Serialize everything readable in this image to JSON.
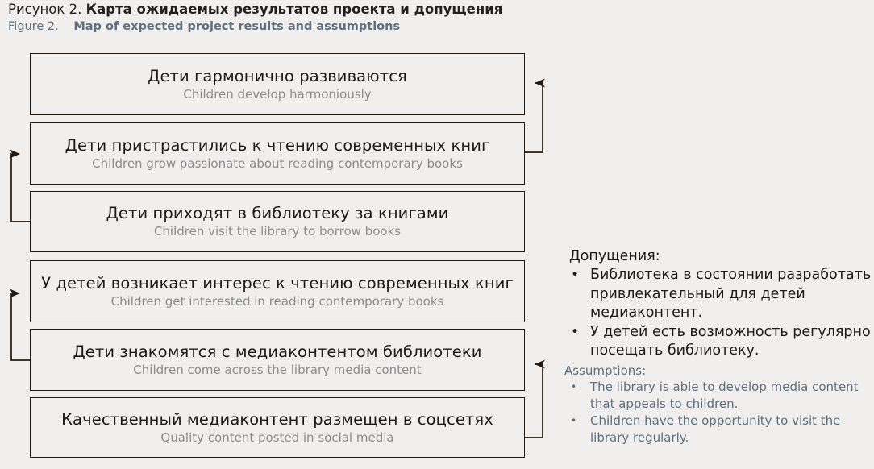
{
  "caption": {
    "ru_number": "Рисунок 2.",
    "ru_title": "Карта ожидаемых результатов проекта и допущения",
    "en_number": "Figure 2.",
    "en_title": "Map of expected project results and assumptions"
  },
  "colors": {
    "page_background": "#f0efed",
    "box_border": "#241a14",
    "box_fill": "#f0efed",
    "primary_text": "#1d1b19",
    "secondary_text": "#8a8c8e",
    "accent_text": "#5c707e",
    "connector": "#241a14"
  },
  "boxes": [
    {
      "id": "box-1",
      "ru": "Дети гармонично развиваются",
      "en": "Children develop harmoniously"
    },
    {
      "id": "box-2",
      "ru": "Дети пристрастились к чтению современных книг",
      "en": "Children grow passionate about reading contemporary books"
    },
    {
      "id": "box-3",
      "ru": "Дети приходят в библиотеку за книгами",
      "en": "Children visit the library to borrow books"
    },
    {
      "id": "box-4",
      "ru": "У детей возникает интерес к чтению современных книг",
      "en": "Children get interested in reading contemporary books"
    },
    {
      "id": "box-5",
      "ru": "Дети знакомятся с медиаконтентом библиотеки",
      "en": "Children come across the library media content"
    },
    {
      "id": "box-6",
      "ru": "Качественный медиаконтент размещен в соцсетях",
      "en": "Quality content posted in social media"
    }
  ],
  "connectors": [
    {
      "id": "connector-right-top",
      "from": "box-2",
      "to": "box-1",
      "side": "right"
    },
    {
      "id": "connector-left-top",
      "from": "box-3",
      "to": "box-2",
      "side": "left"
    },
    {
      "id": "connector-left-bottom",
      "from": "box-5",
      "to": "box-4",
      "side": "left"
    },
    {
      "id": "connector-right-bottom",
      "from": "box-6",
      "to": "box-5",
      "side": "right"
    }
  ],
  "assumptions": {
    "heading_ru": "Допущения:",
    "items_ru": [
      "Библиотека в состоянии разработать привлекательный для детей медиаконтент.",
      "У детей есть возможность регулярно посещать библиотеку."
    ],
    "heading_en": "Assumptions:",
    "items_en": [
      "The library is able to develop media content that appeals to children.",
      "Children have the opportunity to visit the library regularly."
    ],
    "bullet_glyph": "•"
  }
}
